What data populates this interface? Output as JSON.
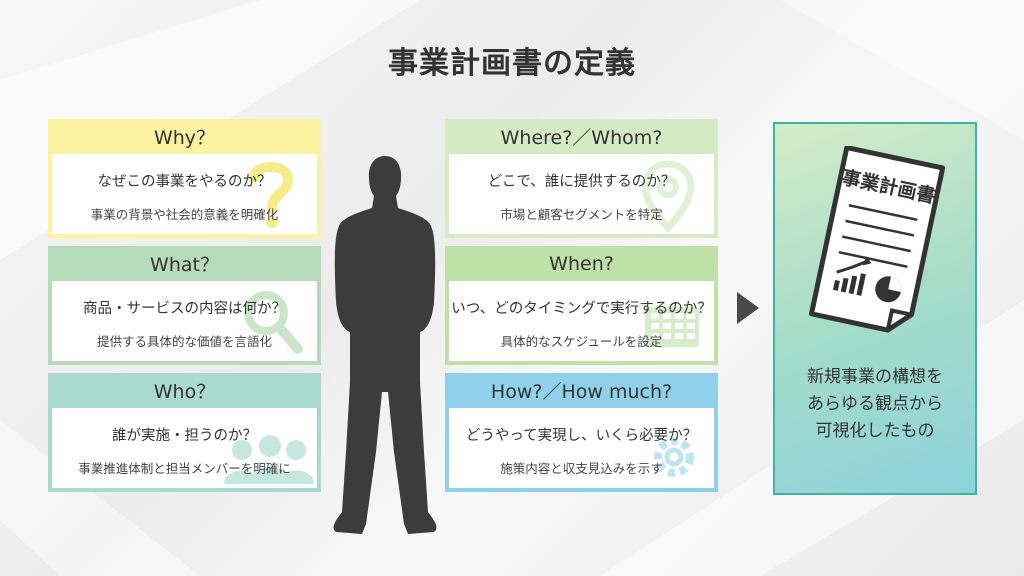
{
  "title": "事業計画書の定義",
  "cards": {
    "why": {
      "header": "Why？",
      "question": "なぜこの事業をやるのか？",
      "desc": "事業の背景や社会的意義を明確化"
    },
    "what": {
      "header": "What？",
      "question": "商品・サービスの内容は何か？",
      "desc": "提供する具体的な価値を言語化"
    },
    "who": {
      "header": "Who？",
      "question": "誰が実施・担うのか？",
      "desc": "事業推進体制と担当メンバーを明確に"
    },
    "where": {
      "header": "Where?／Whom?",
      "question": "どこで、誰に提供するのか？",
      "desc": "市場と顧客セグメントを特定"
    },
    "when": {
      "header": "When?",
      "question": "いつ、どのタイミングで実行するのか？",
      "desc": "具体的なスケジュールを設定"
    },
    "how": {
      "header": "How?／How much?",
      "question": "どうやって実現し、いくら必要か？",
      "desc": "施策内容と収支見込みを示す"
    }
  },
  "result": {
    "doc_title": "事業計画書",
    "lines": [
      "新規事業の構想を",
      "あらゆる観点から",
      "可視化したもの"
    ]
  },
  "icons": [
    "question-mark-icon",
    "magnifier-icon",
    "people-icon",
    "map-pin-icon",
    "calendar-icon",
    "gear-icon",
    "arrow-right-icon",
    "document-icon"
  ],
  "colors": {
    "why": "#fbf3a1",
    "what": "#b5dbb8",
    "who": "#a9d9cf",
    "where": "#d5ebc4",
    "when": "#bee1a8",
    "how": "#8fd0ea",
    "result_border": "#3cb3a4"
  }
}
